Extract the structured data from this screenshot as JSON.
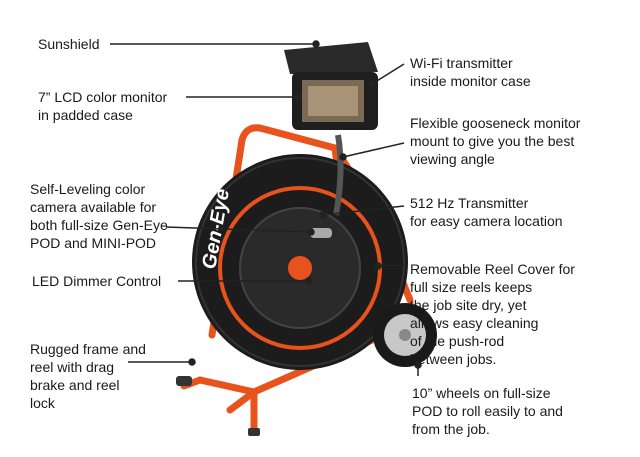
{
  "labels": {
    "sunshield": "Sunshield",
    "lcd_monitor": "7” LCD color monitor\nin padded case",
    "camera": "Self-Leveling color\ncamera available for\nboth full-size Gen-Eye\nPOD and MINI-POD",
    "dimmer": "LED Dimmer Control",
    "frame": "Rugged frame and\nreel with drag\nbrake and reel\nlock",
    "wifi": "Wi-Fi transmitter\ninside monitor case",
    "gooseneck": "Flexible gooseneck monitor\nmount to give you the best\nviewing angle",
    "transmitter": "512 Hz Transmitter\nfor easy camera location",
    "reel_cover": "Removable Reel Cover for\n      full size reels keeps\n        the job site dry, yet\n          allows easy cleaning\n          of the push-rod\n            between jobs.",
    "wheels": "10” wheels on full-size\nPOD to roll easily to and\nfrom the job."
  },
  "product": {
    "reel_brand_text": "Gen-Eye"
  },
  "colors": {
    "frame_orange": "#e8521c",
    "reel_black": "#1c1c1c",
    "leader_line": "#222222"
  }
}
